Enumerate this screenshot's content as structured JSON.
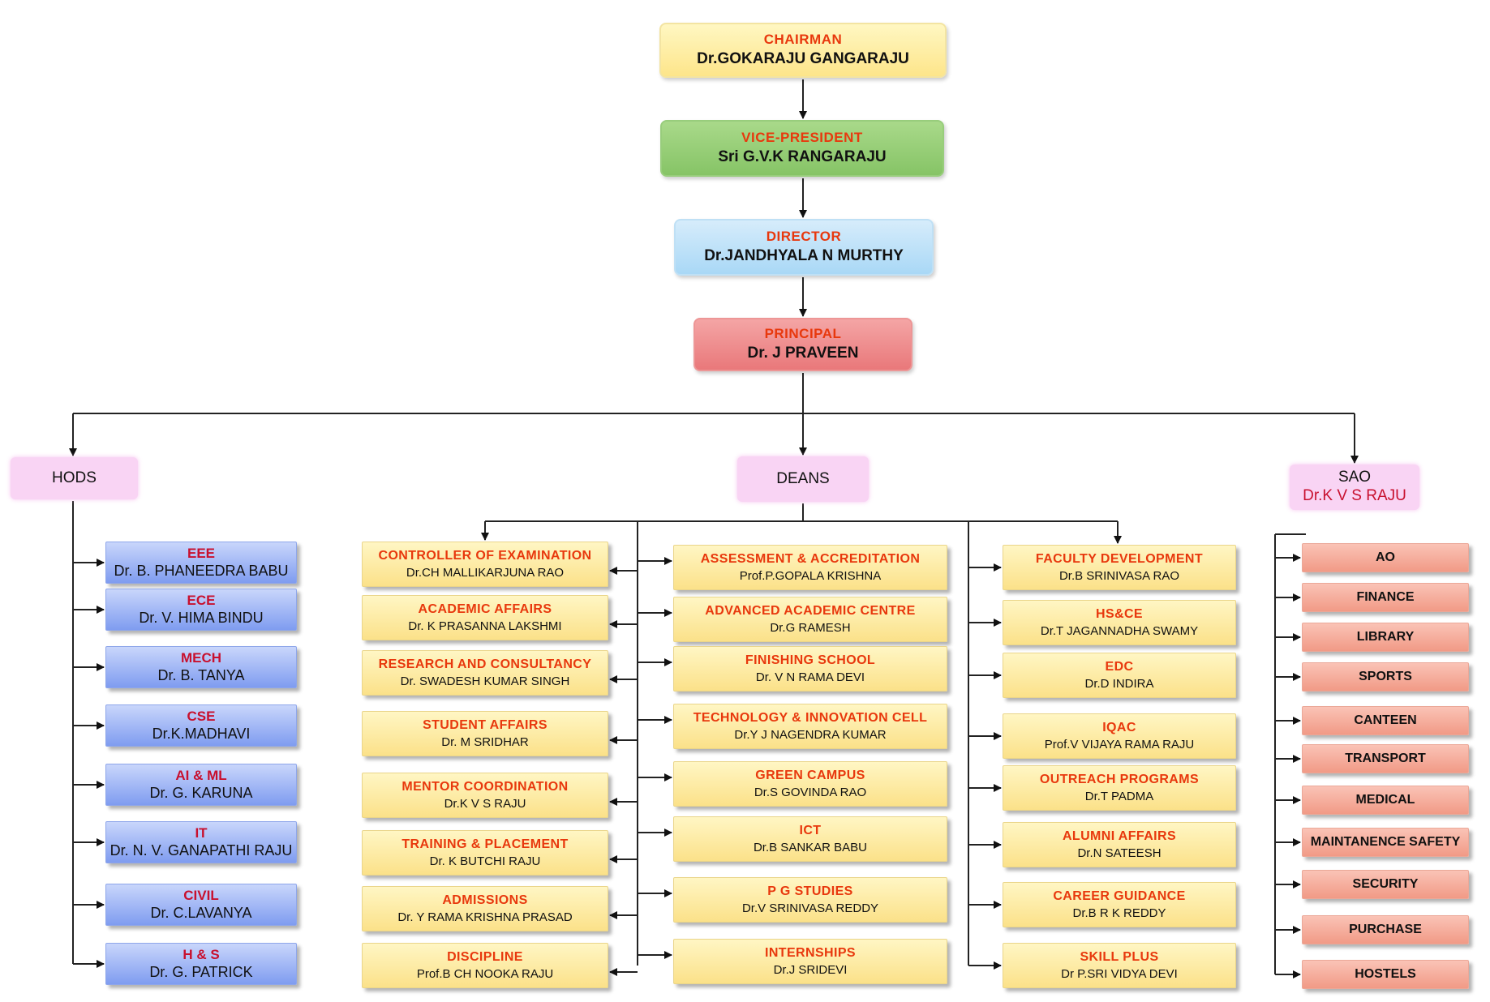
{
  "top_chain": [
    {
      "role": "CHAIRMAN",
      "name": "Dr.GOKARAJU GANGARAJU",
      "color": "#fde58a"
    },
    {
      "role": "VICE-PRESIDENT",
      "name": "Sri G.V.K RANGARAJU",
      "color": "#86c466"
    },
    {
      "role": "DIRECTOR",
      "name": "Dr.JANDHYALA N MURTHY",
      "color": "#a9d8f6"
    },
    {
      "role": "PRINCIPAL",
      "name": "Dr. J PRAVEEN",
      "color": "#e9787a"
    }
  ],
  "groups": {
    "hods": {
      "label": "HODS"
    },
    "deans": {
      "label": "DEANS"
    },
    "sao": {
      "label": "SAO",
      "name": "Dr.K V S RAJU"
    }
  },
  "hods": [
    {
      "title": "EEE",
      "name": "Dr. B. PHANEEDRA BABU"
    },
    {
      "title": "ECE",
      "name": "Dr. V. HIMA BINDU"
    },
    {
      "title": "MECH",
      "name": "Dr. B. TANYA"
    },
    {
      "title": "CSE",
      "name": "Dr.K.MADHAVI"
    },
    {
      "title": "AI & ML",
      "name": "Dr. G. KARUNA"
    },
    {
      "title": "IT",
      "name": "Dr. N. V. GANAPATHI RAJU"
    },
    {
      "title": "CIVIL",
      "name": "Dr. C.LAVANYA"
    },
    {
      "title": "H & S",
      "name": "Dr. G. PATRICK"
    }
  ],
  "deans_col1": [
    {
      "title": "CONTROLLER OF EXAMINATION",
      "name": "Dr.CH MALLIKARJUNA RAO"
    },
    {
      "title": "ACADEMIC AFFAIRS",
      "name": "Dr. K PRASANNA LAKSHMI"
    },
    {
      "title": "RESEARCH AND CONSULTANCY",
      "name": "Dr. SWADESH KUMAR SINGH"
    },
    {
      "title": "STUDENT AFFAIRS",
      "name": "Dr. M  SRIDHAR"
    },
    {
      "title": "MENTOR COORDINATION",
      "name": "Dr.K V S RAJU"
    },
    {
      "title": "TRAINING  & PLACEMENT",
      "name": "Dr. K BUTCHI RAJU"
    },
    {
      "title": "ADMISSIONS",
      "name": "Dr. Y RAMA KRISHNA PRASAD"
    },
    {
      "title": "DISCIPLINE",
      "name": "Prof.B CH NOOKA RAJU"
    }
  ],
  "deans_col2": [
    {
      "title": "ASSESSMENT & ACCREDITATION",
      "name": "Prof.P.GOPALA KRISHNA"
    },
    {
      "title": "ADVANCED ACADEMIC CENTRE",
      "name": "Dr.G RAMESH"
    },
    {
      "title": "FINISHING SCHOOL",
      "name": "Dr. V N RAMA DEVI"
    },
    {
      "title": "TECHNOLOGY & INNOVATION CELL",
      "name": "Dr.Y J NAGENDRA KUMAR"
    },
    {
      "title": "GREEN CAMPUS",
      "name": "Dr.S GOVINDA RAO"
    },
    {
      "title": "ICT",
      "name": "Dr.B SANKAR BABU"
    },
    {
      "title": "P G STUDIES",
      "name": "Dr.V SRINIVASA REDDY"
    },
    {
      "title": "INTERNSHIPS",
      "name": "Dr.J SRIDEVI"
    }
  ],
  "deans_col3": [
    {
      "title": "FACULTY DEVELOPMENT",
      "name": "Dr.B SRINIVASA RAO"
    },
    {
      "title": "HS&CE",
      "name": "Dr.T JAGANNADHA SWAMY"
    },
    {
      "title": "EDC",
      "name": "Dr.D INDIRA"
    },
    {
      "title": "IQAC",
      "name": "Prof.V VIJAYA RAMA RAJU"
    },
    {
      "title": "OUTREACH PROGRAMS",
      "name": "Dr.T PADMA"
    },
    {
      "title": "ALUMNI AFFAIRS",
      "name": "Dr.N SATEESH"
    },
    {
      "title": "CAREER GUIDANCE",
      "name": "Dr.B R K REDDY"
    },
    {
      "title": "SKILL PLUS",
      "name": "Dr P.SRI VIDYA DEVI"
    }
  ],
  "sao_units": [
    "AO",
    "FINANCE",
    "LIBRARY",
    "SPORTS",
    "CANTEEN",
    "TRANSPORT",
    "MEDICAL",
    "MAINTANENCE SAFETY",
    "SECURITY",
    "PURCHASE",
    "HOSTELS"
  ]
}
